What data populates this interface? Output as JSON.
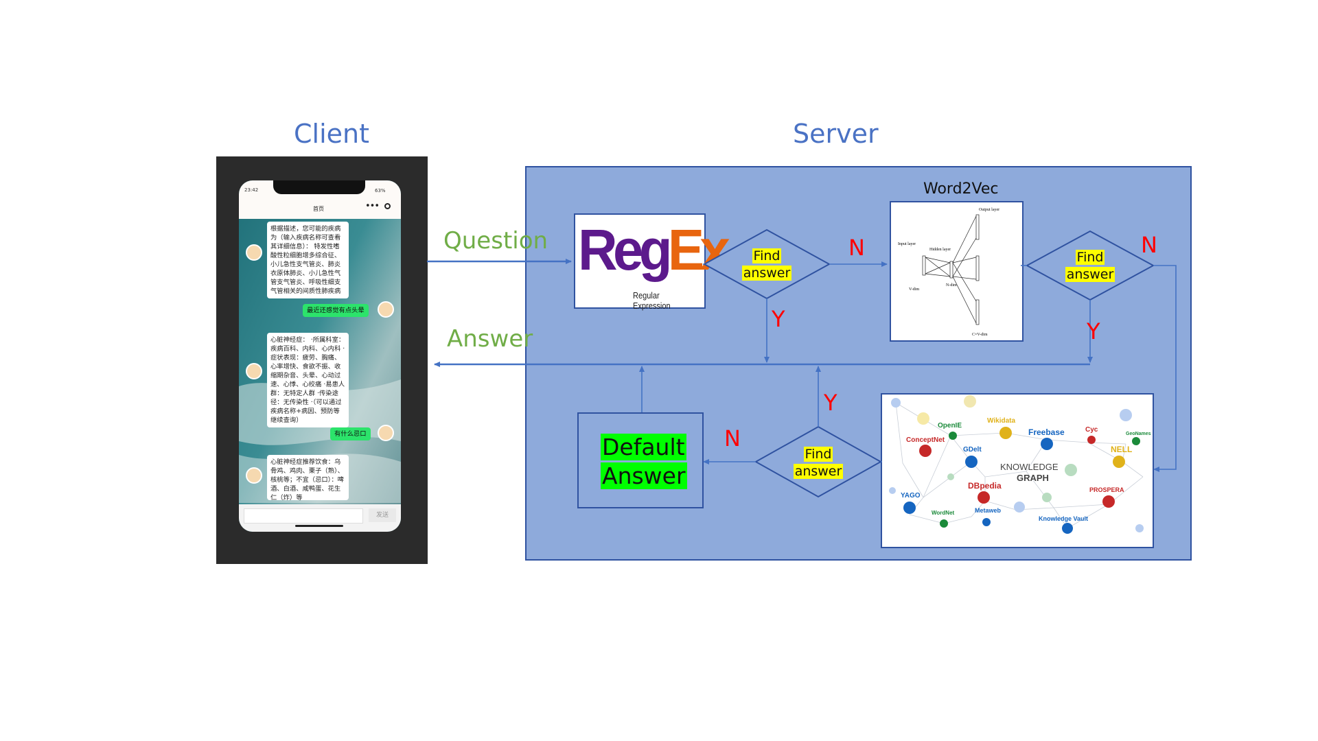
{
  "titles": {
    "client": "Client",
    "server": "Server"
  },
  "flow": {
    "question": "Question",
    "answer": "Answer"
  },
  "regex": {
    "logo": "RegEx",
    "subtitle": "Regular Expression"
  },
  "word2vec": {
    "title": "Word2Vec",
    "labels": {
      "output_layer": "Output layer",
      "input_layer": "Input layer",
      "hidden_layer": "Hidden layer",
      "v_dim": "V-dim",
      "n_dim": "N-dim",
      "cv_dim": "C×V-dim"
    }
  },
  "decisions": [
    {
      "line1": "Find",
      "line2": "answer"
    },
    {
      "line1": "Find",
      "line2": "answer"
    },
    {
      "line1": "Find",
      "line2": "answer"
    }
  ],
  "branches": {
    "yes": "Y",
    "no": "N"
  },
  "default_answer": {
    "line1": "Default",
    "line2": "Answer"
  },
  "knowledge_graph": {
    "center_line1": "KNOWLEDGE",
    "center_line2": "GRAPH",
    "sources": [
      {
        "name": "OpenIE",
        "color": "#1b8a3a"
      },
      {
        "name": "Wikidata",
        "color": "#e0b21a"
      },
      {
        "name": "Freebase",
        "color": "#1565c0"
      },
      {
        "name": "Cyc",
        "color": "#c62828"
      },
      {
        "name": "GeoNames",
        "color": "#1b8a3a"
      },
      {
        "name": "ConceptNet",
        "color": "#c62828"
      },
      {
        "name": "GDelt",
        "color": "#1565c0"
      },
      {
        "name": "NELL",
        "color": "#e0b21a"
      },
      {
        "name": "DBpedia",
        "color": "#c62828"
      },
      {
        "name": "PROSPERA",
        "color": "#c62828"
      },
      {
        "name": "YAGO",
        "color": "#1565c0"
      },
      {
        "name": "WordNet",
        "color": "#1b8a3a"
      },
      {
        "name": "Metaweb",
        "color": "#1565c0"
      },
      {
        "name": "Knowledge Vault",
        "color": "#1565c0"
      }
    ]
  },
  "phone": {
    "time": "23:42",
    "battery": "63%",
    "page_title": "首页",
    "messages": [
      {
        "side": "bot",
        "text": "根据描述，您可能的疾病为（输入疾病名称可查看其详细信息）： 特发性嗜酸性粒细胞增多综合征、小儿急性支气管炎、肺炎衣原体肺炎、小儿急性气管支气管炎、呼吸性细支气管相关的间质性肺疾病"
      },
      {
        "side": "user",
        "text": "最近还感觉有点头晕"
      },
      {
        "side": "bot",
        "text": "心脏神经症： ·所属科室：疾病百科、内科、心内科 ·症状表现：疲劳、胸痛、心率增快、食欲不振、收缩期杂音、头晕、心动过速、心悸、心绞痛 ·易患人群：无特定人群 ·传染途径：无传染性 ·（可以通过 疾病名称+病因、预防等继续查询）"
      },
      {
        "side": "user",
        "text": "有什么忌口"
      },
      {
        "side": "bot",
        "text": "心脏神经症推荐饮食：乌骨鸡、鸡肉、栗子（熟）、核桃等；不宜（忌口）：啤酒、白酒、咸鸭蛋、花生仁（炸）等"
      }
    ],
    "send_label": "发送"
  },
  "colors": {
    "server_panel": "#8eaadb",
    "arrow": "#4472c4",
    "title": "#4a72c4",
    "flow_label": "#70ad47",
    "branch": "#ff0000",
    "highlight": "#ffff00",
    "default_highlight": "#00ff00"
  }
}
